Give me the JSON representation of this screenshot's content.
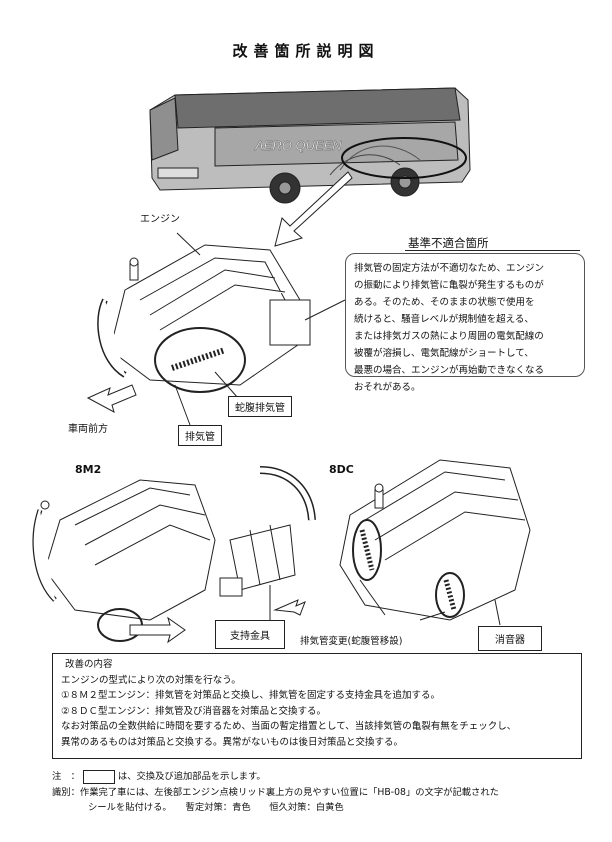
{
  "title": "改善箇所説明図",
  "bus_logo": "AERO QUEEN",
  "labels": {
    "engine": "エンジン",
    "callout_title": "基準不適合箇所",
    "flex_pipe": "蛇腹排気管",
    "exhaust_pipe": "排気管",
    "vehicle_front": "車両前方",
    "model_8m2": "8M2",
    "model_8dc": "8DC",
    "support_bracket": "支持金具",
    "pipe_change": "排気管変更(蛇腹管移設)",
    "muffler": "消音器"
  },
  "callout_lines": [
    "排気管の固定方法が不適切なため、エンジン",
    "の振動により排気管に亀裂が発生するものが",
    "ある。そのため、そのままの状態で使用を",
    "続けると、騒音レベルが規制値を超える、",
    "または排気ガスの熱により周囲の電気配線の",
    "被覆が溶損し、電気配線がショートして、",
    "最悪の場合、エンジンが再始動できなくなる",
    "おそれがある。"
  ],
  "remedy": {
    "heading": "改善の内容",
    "lines": [
      "エンジンの型式により次の対策を行なう。",
      "①８Ｍ２型エンジン：排気管を対策品と交換し、排気管を固定する支持金具を追加する。",
      "②８ＤＣ型エンジン：排気管及び消音器を対策品と交換する。",
      "なお対策品の全数供給に時間を要するため、当面の暫定措置として、当該排気管の亀裂有無をチェックし、",
      "異常のあるものは対策品と交換する。異常がないものは後日対策品と交換する。"
    ]
  },
  "notes": {
    "note_prefix": "注　：",
    "note_suffix": "は、交換及び追加部品を示します。",
    "ident_prefix": "識別：",
    "ident_line1": "作業完了車には、左後部エンジン点検リッド裏上方の見やすい位置に「HB-08」の文字が記載された",
    "ident_line2": "シールを貼付ける。　　暫定対策：青色　　恒久対策：白黄色"
  }
}
